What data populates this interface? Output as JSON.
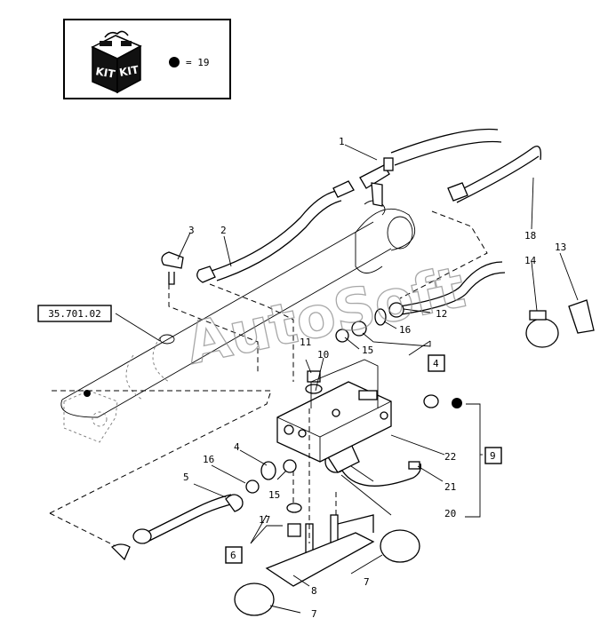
{
  "legend": {
    "kit_label": "KIT",
    "equals_text": "= 19"
  },
  "watermark": "AutoSoft",
  "reference": "35.701.02",
  "callouts": [
    {
      "id": "c1",
      "text": "1"
    },
    {
      "id": "c2",
      "text": "2"
    },
    {
      "id": "c3",
      "text": "3"
    },
    {
      "id": "c4a",
      "text": "4"
    },
    {
      "id": "c4b",
      "text": "4"
    },
    {
      "id": "c5",
      "text": "5"
    },
    {
      "id": "c6",
      "text": "6"
    },
    {
      "id": "c7a",
      "text": "7"
    },
    {
      "id": "c7b",
      "text": "7"
    },
    {
      "id": "c8",
      "text": "8"
    },
    {
      "id": "c9",
      "text": "9"
    },
    {
      "id": "c10",
      "text": "10"
    },
    {
      "id": "c11",
      "text": "11"
    },
    {
      "id": "c12",
      "text": "12"
    },
    {
      "id": "c13",
      "text": "13"
    },
    {
      "id": "c14",
      "text": "14"
    },
    {
      "id": "c15a",
      "text": "15"
    },
    {
      "id": "c15b",
      "text": "15"
    },
    {
      "id": "c16a",
      "text": "16"
    },
    {
      "id": "c16b",
      "text": "16"
    },
    {
      "id": "c17",
      "text": "17"
    },
    {
      "id": "c18",
      "text": "18"
    },
    {
      "id": "c20",
      "text": "20"
    },
    {
      "id": "c21",
      "text": "21"
    },
    {
      "id": "c22",
      "text": "22"
    }
  ]
}
